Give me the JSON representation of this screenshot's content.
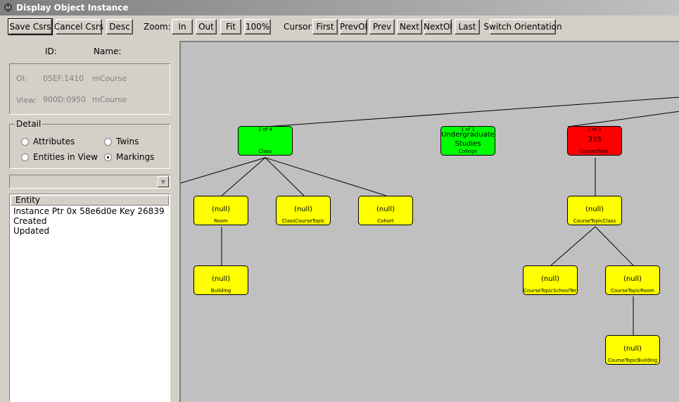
{
  "window": {
    "title": "Display Object Instance"
  },
  "toolbar": {
    "save_csrs": "Save Csrs",
    "cancel_csrs": "Cancel Csrs",
    "desc": "Desc",
    "zoom_label": "Zoom:",
    "zoom_in": "In",
    "zoom_out": "Out",
    "zoom_fit": "Fit",
    "zoom_100": "100%",
    "cursor_label": "Cursor:",
    "first": "First",
    "prev_oi": "PrevOI",
    "prev": "Prev",
    "next": "Next",
    "next_oi": "NextOI",
    "last": "Last",
    "switch_orientation": "Switch Orientation"
  },
  "info": {
    "id_header": "ID:",
    "name_header": "Name:",
    "oi_label": "OI:",
    "oi_id": "05EF:1410",
    "oi_name": "mCourse",
    "view_label": "View:",
    "view_id": "900D:0950",
    "view_name": "mCourse"
  },
  "detail": {
    "legend": "Detail",
    "attributes": "Attributes",
    "twins": "Twins",
    "entities_in_view": "Entities in View",
    "markings": "Markings",
    "selected": "markings"
  },
  "combo": {
    "value": ""
  },
  "entity_list": {
    "header": "Entity",
    "rows": [
      "Instance Ptr 0x 58e6d0e  Key 26839",
      "Created",
      "Updated"
    ]
  },
  "diagram": {
    "nodes": {
      "class": {
        "top": "1 of 4",
        "mid": "",
        "bottom": "Class"
      },
      "college": {
        "top": "1 of 1",
        "mid": "Undergraduate Studies",
        "bottom": "College"
      },
      "course_topic": {
        "top": "1 of 1",
        "mid": "333",
        "bottom": "CourseTopic"
      },
      "room": {
        "mid": "(null)",
        "bottom": "Room"
      },
      "class_course_topic": {
        "mid": "(null)",
        "bottom": "ClassCourseTopic"
      },
      "cohort": {
        "mid": "(null)",
        "bottom": "Cohort"
      },
      "course_topic_class": {
        "mid": "(null)",
        "bottom": "CourseTopicClass"
      },
      "building": {
        "mid": "(null)",
        "bottom": "Building"
      },
      "course_topic_school_term": {
        "mid": "(null)",
        "bottom": "CourseTopicSchoolTerm"
      },
      "course_topic_room": {
        "mid": "(null)",
        "bottom": "CourseTopicRoom"
      },
      "course_topic_building": {
        "mid": "(null)",
        "bottom": "CourseTopicBuilding"
      }
    }
  },
  "colors": {
    "active": "#00ff00",
    "cursor": "#ff0000",
    "null_node": "#ffff00",
    "canvas": "#c0c0c0"
  }
}
